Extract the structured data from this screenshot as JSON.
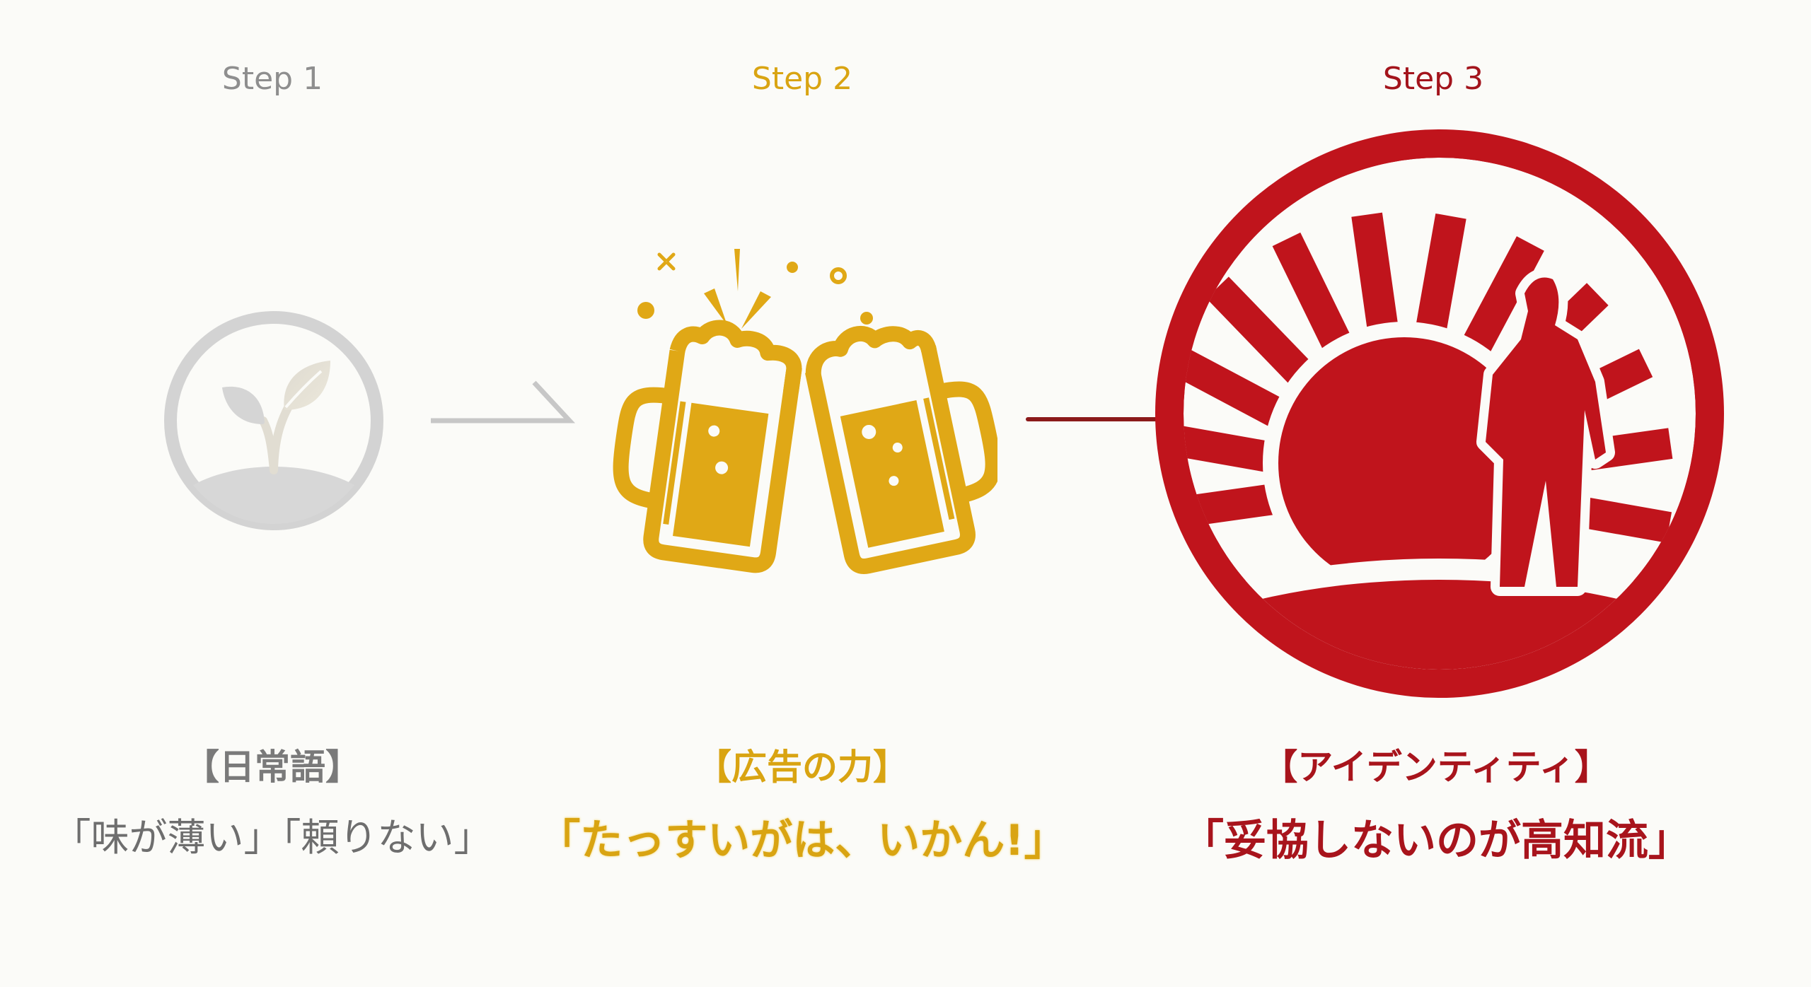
{
  "steps": [
    {
      "label": "Step 1",
      "icon": "sprout-icon",
      "title": "【日常語】",
      "quote": "「味が薄い」「頼りない」",
      "color": "#8e8e8e"
    },
    {
      "label": "Step 2",
      "icon": "beer-toast-icon",
      "title": "【広告の力】",
      "quote": "「たっすいがは、いかん!」",
      "color": "#d9a412"
    },
    {
      "label": "Step 3",
      "icon": "rising-sun-person-icon",
      "title": "【アイデンティティ】",
      "quote": "「妥協しないのが高知流」",
      "color": "#b3141c"
    }
  ],
  "connectors": [
    {
      "type": "arrow",
      "color": "#c4c4c4"
    },
    {
      "type": "line",
      "color": "#8b1a1a"
    }
  ]
}
